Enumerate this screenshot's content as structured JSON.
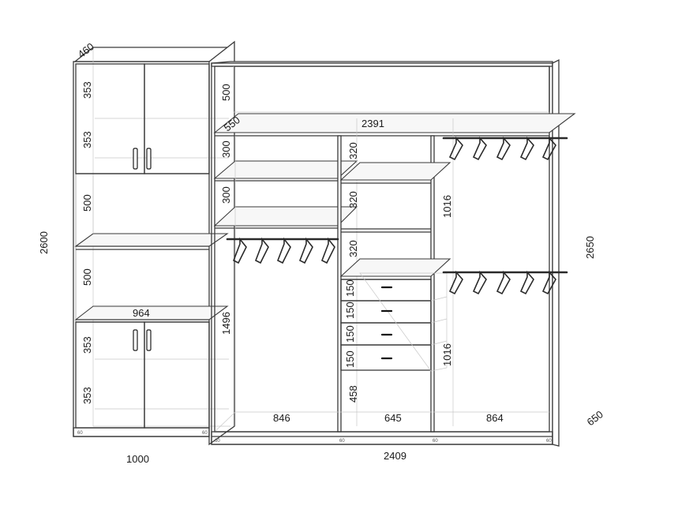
{
  "dimensions": {
    "depth_left": "460",
    "left_h1": "353",
    "left_h2": "353",
    "left_h3": "500",
    "left_h4": "500",
    "left_inner_width": "964",
    "left_h5": "353",
    "left_h6": "353",
    "left_total_height": "2600",
    "left_total_width": "1000",
    "right_top_height": "500",
    "right_depth": "550",
    "right_shelf_width": "2391",
    "right_shelf1": "300",
    "right_shelf2": "300",
    "right_hang_height": "1496",
    "right_sec1_width": "846",
    "mid_shelf1": "320",
    "mid_shelf2": "320",
    "mid_shelf3": "320",
    "drawer1": "150",
    "drawer2": "150",
    "drawer3": "150",
    "drawer4": "150",
    "mid_bottom": "458",
    "mid_width": "645",
    "right_upper_hang": "1016",
    "right_lower_hang": "1016",
    "right_sec3_width": "864",
    "right_total_height": "2650",
    "right_total_width": "2409",
    "right_total_depth": "650",
    "plinth_a": "60",
    "plinth_b": "60",
    "plinth_c": "60",
    "plinth_d": "60",
    "plinth_e": "60",
    "plinth_f": "60"
  }
}
